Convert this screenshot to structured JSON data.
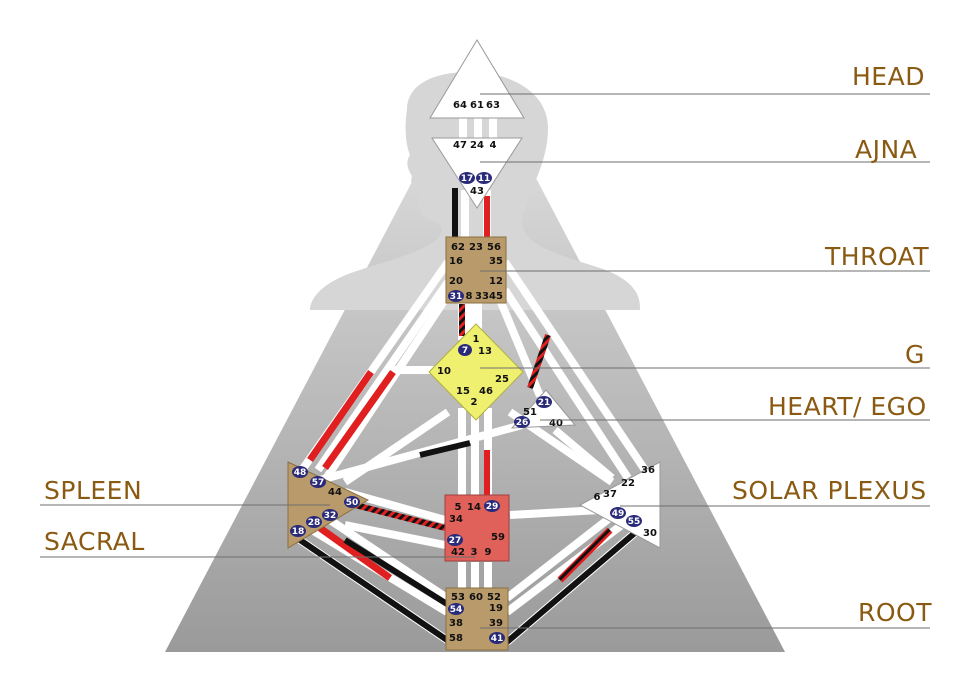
{
  "colors": {
    "label": "#8a5a12",
    "background_triangle": "#a9a9a9",
    "head_silhouette": "#d4d4d4",
    "channel_white": "#ffffff",
    "channel_red": "#e02020",
    "channel_black": "#111111",
    "center_tan": "#b99a6a",
    "center_g": "#f0f070",
    "center_sacral": "#e0605a",
    "gate_circle": "#2a2a7a"
  },
  "labels": {
    "head": "HEAD",
    "ajna": "AJNA",
    "throat": "THROAT",
    "g": "G",
    "heart": "HEART/ EGO",
    "solar_plexus": "SOLAR PLEXUS",
    "spleen": "SPLEEN",
    "sacral": "SACRAL",
    "root": "ROOT"
  },
  "gates": {
    "head": [
      "64",
      "61",
      "63"
    ],
    "ajna_top": [
      "47",
      "24",
      "4"
    ],
    "ajna_circled": [
      "17",
      "11"
    ],
    "ajna_bottom": "43",
    "throat": [
      "62",
      "23",
      "56",
      "16",
      "35",
      "20",
      "12",
      "31",
      "8",
      "33",
      "45"
    ],
    "g": [
      "1",
      "7",
      "13",
      "10",
      "25",
      "15",
      "46",
      "2"
    ],
    "heart": [
      "21",
      "51",
      "26",
      "40"
    ],
    "spleen": [
      "48",
      "57",
      "44",
      "50",
      "32",
      "18",
      "28"
    ],
    "sacral": [
      "5",
      "14",
      "29",
      "34",
      "59",
      "27",
      "42",
      "3",
      "9"
    ],
    "solar_plexus": [
      "36",
      "22",
      "37",
      "6",
      "49",
      "55",
      "30"
    ],
    "root": [
      "53",
      "60",
      "52",
      "54",
      "19",
      "38",
      "39",
      "58",
      "41"
    ]
  }
}
